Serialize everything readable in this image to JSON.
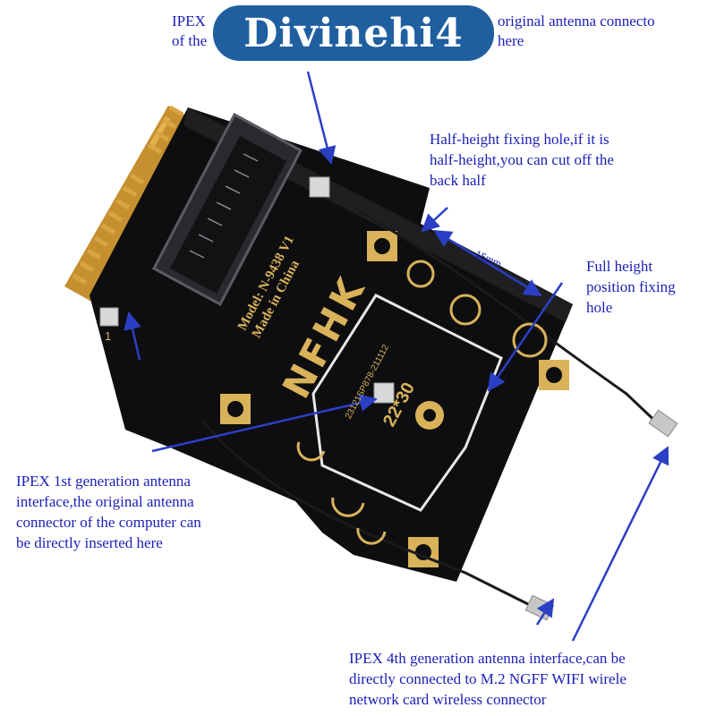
{
  "watermark": "Divinehi4",
  "annotations": {
    "top_line1": "IPEX",
    "top_line1_right": "original antenna connecto",
    "top_line2": "of the",
    "top_line2_right": "here",
    "half_height": [
      "Half-height fixing hole,if it is",
      "half-height,you can cut off the",
      "back half"
    ],
    "full_height": [
      "Full height",
      "position fixing",
      "hole"
    ],
    "ipex1": [
      "IPEX 1st generation antenna",
      "interface,the original antenna",
      "connector of the computer can",
      "be directly inserted here"
    ],
    "ipex4": [
      "IPEX 4th generation antenna interface,can be",
      "directly connected to M.2 NGFF WIFI wirele",
      "network card wireless connector"
    ],
    "dimension": "15mm"
  },
  "board": {
    "model_line1": "Model: N-9438 V1",
    "model_line2": "Made in China",
    "brand": "NFHK",
    "serial": "23121SP878-211112",
    "size": "22*30",
    "silk_label": "1"
  },
  "colors": {
    "annotation_text": "#1a1fb5",
    "arrow": "#2a3fc4",
    "pcb": "#0e0e10",
    "silk": "#d9b25a",
    "gold_finger": "#d9a441",
    "watermark_bg": "#1f5fa0"
  }
}
